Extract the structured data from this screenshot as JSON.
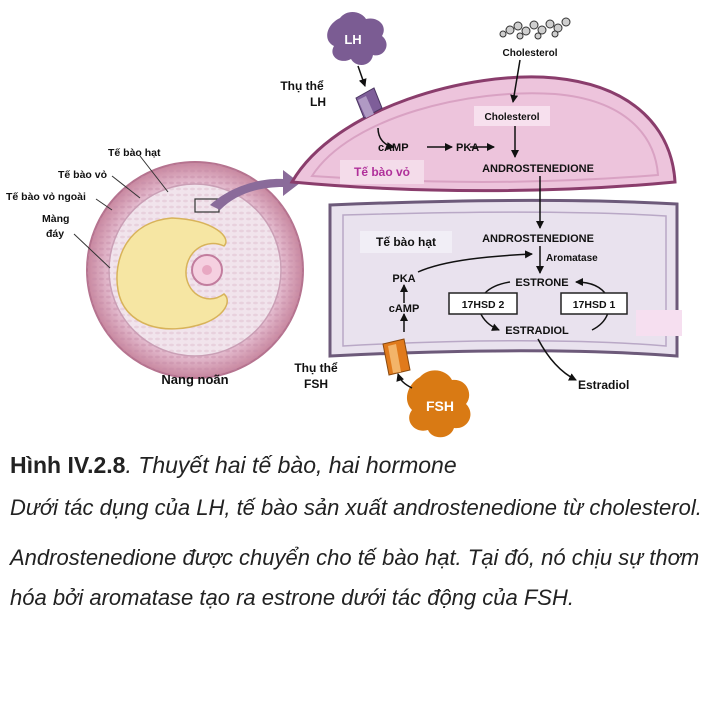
{
  "figure": {
    "hormones": {
      "lh": "LH",
      "fsh": "FSH"
    },
    "labels": {
      "lh_receptor_1": "Thụ thể",
      "lh_receptor_2": "LH",
      "fsh_receptor_1": "Thụ thể",
      "fsh_receptor_2": "FSH",
      "cholesterol_top": "Cholesterol",
      "cholesterol_box": "Cholesterol",
      "camp_theca": "cAMP",
      "pka_theca": "PKA",
      "androstenedione_theca": "ANDROSTENEDIONE",
      "theca_cell": "Tế bào vỏ",
      "granulosa_cell": "Tế bào hạt",
      "androstenedione_granulosa": "ANDROSTENEDIONE",
      "aromatase": "Aromatase",
      "estrone": "ESTRONE",
      "hsd2": "17HSD 2",
      "hsd1": "17HSD 1",
      "estradiol_center": "ESTRADIOL",
      "estradiol_out": "Estradiol",
      "pka_granulosa": "PKA",
      "camp_granulosa": "cAMP",
      "follicle_granulosa": "Tế bào hạt",
      "follicle_theca": "Tế bào vỏ",
      "follicle_outer_theca": "Tế bào vỏ ngoài",
      "follicle_membrane_1": "Màng",
      "follicle_membrane_2": "đáy",
      "follicle_name": "Nang noãn"
    }
  },
  "caption": {
    "title_bold": "Hình IV.2.8",
    "title_rest": ".  Thuyết hai tế bào, hai hormone",
    "para1": "Dưới tác dụng của LH, tế bào sản xuất androstenedione từ cholesterol.",
    "para2": "Androstenedione được chuyển cho tế bào hạt. Tại đó, nó chịu sự thơm hóa bởi aromatase tạo ra estrone dưới tác động của FSH."
  },
  "colors": {
    "theca_fill": "#edc4dc",
    "theca_border": "#8a3d6c",
    "granulosa_fill": "#e9e2ee",
    "granulosa_border": "#6d5a7a",
    "hormone_purple": "#7b5c93",
    "fsh_orange": "#d97a14",
    "theca_text": "#b0309a"
  }
}
